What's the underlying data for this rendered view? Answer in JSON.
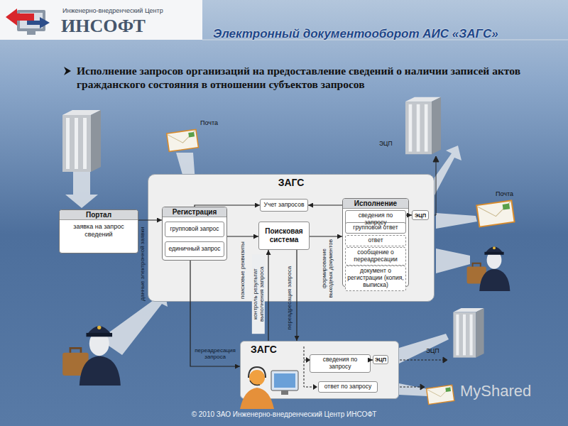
{
  "diagram": {
    "title": "Электронный документооборот АИС «ЗАГС»",
    "nodes": [
      {
        "text": [
          "Портал",
          "заявка на запрос сведений"
        ]
      },
      {
        "text": [
          "ЗАГС"
        ]
      },
      {
        "text": [
          "Регистрация"
        ],
        "in": 1
      },
      {
        "text": [
          "групповой запрос"
        ],
        "in": 2
      },
      {
        "text": [
          "единичный запрос"
        ],
        "in": 2
      },
      {
        "text": [
          "Учет запросов"
        ],
        "in": 1
      },
      {
        "text": [
          "Поисковая система"
        ],
        "in": 1
      },
      {
        "text": [
          "Исполнение"
        ],
        "in": 1
      },
      {
        "text": [
          "сведения по запросу"
        ],
        "in": 7
      },
      {
        "text": [
          "групповой ответ"
        ],
        "in": 7
      },
      {
        "text": [
          "ответ"
        ],
        "in": 7
      },
      {
        "text": [
          "сообщение о переадресации"
        ],
        "in": 7
      },
      {
        "text": [
          "документ о регистрации (копия, выписка)"
        ],
        "in": 7
      },
      {
        "text": [
          "ЭЦП"
        ],
        "in": 1
      },
      {
        "text": [
          "ЗАГС"
        ]
      },
      {
        "text": [
          "сведения по запросу"
        ],
        "in": 14
      },
      {
        "text": [
          "ЭЦП"
        ],
        "in": 14
      },
      {
        "text": [
          "ответ по запросу"
        ],
        "in": 14
      }
    ],
    "edges": [
      {
        "from": 0,
        "to": 2,
        "arrow": "to",
        "label": "данные электронной заявки"
      },
      {
        "from": 2,
        "to": 5,
        "arrow": "to"
      },
      {
        "from": 2,
        "to": 6,
        "arrow": "to",
        "label": "поисковые реквизиты"
      },
      {
        "from": 7,
        "to": 5,
        "arrow": "to"
      },
      {
        "from": 6,
        "to": 7,
        "arrow": "to",
        "label": "формирование выходных документов"
      },
      {
        "from": 2,
        "to": 14,
        "arrow": "to",
        "label": "переадресация запроса"
      },
      {
        "from": 14,
        "to": 6,
        "arrow": "to",
        "label": "контроль результат выполнения запроса"
      },
      {
        "from": 6,
        "to": 14,
        "arrow": "to",
        "label": "переадресация запроса"
      },
      {
        "from": 8,
        "to": 13,
        "arrow": "to"
      },
      {
        "from": 15,
        "to": 16,
        "arrow": "to"
      }
    ],
    "labels": [
      "Инженерно-внедренческий Центр",
      "ИНСОФТ",
      "Исполнение запросов организаций на предоставление сведений о наличии записей актов гражданского состояния в отношении субъектов запросов",
      "Почта",
      "Почта",
      "ЭЦП",
      "ЭЦП",
      "© 2010 ЗАО Инженерно-внедренческий Центр ИНСОФТ",
      "MyShared"
    ]
  }
}
